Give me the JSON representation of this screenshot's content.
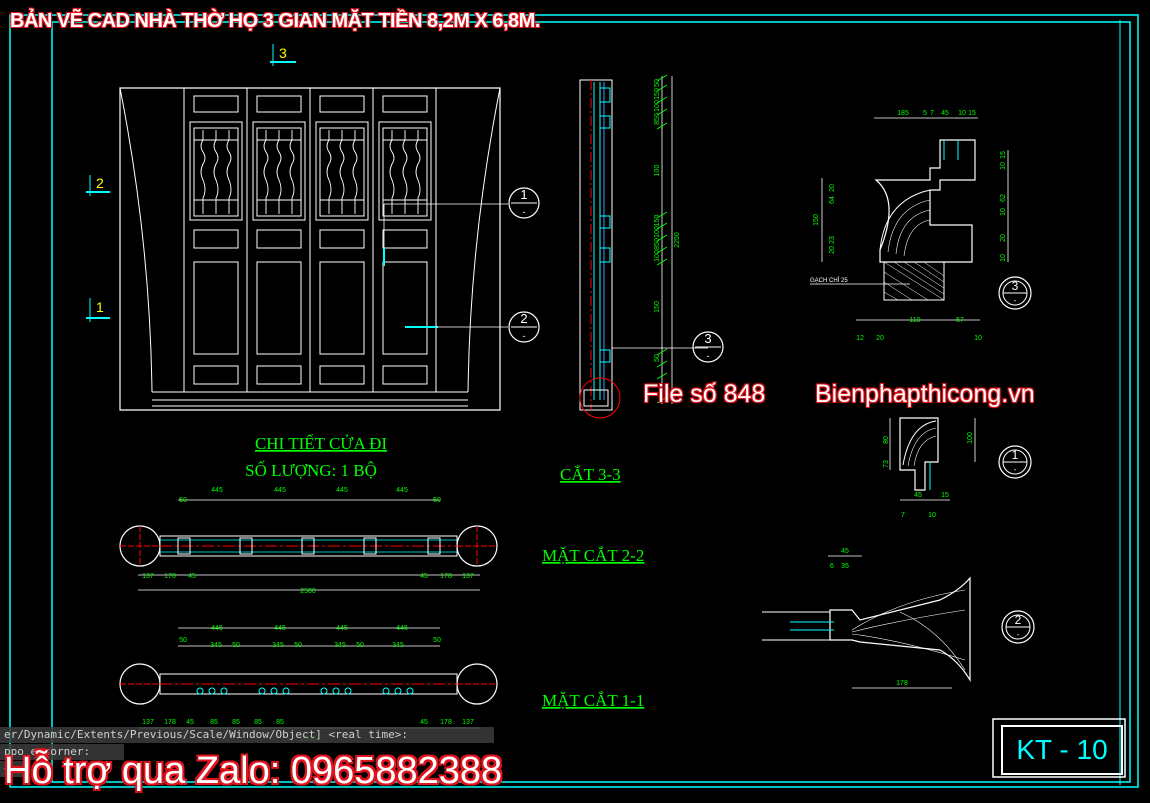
{
  "title": "BẢN VẼ CAD NHÀ THỜ HỌ 3 GIAN MẶT TIỀN 8,2M X 6,8M.",
  "watermark": {
    "file": "File số 848",
    "site": "Bienphapthicong.vn"
  },
  "support": "Hỗ trợ qua Zalo: 0965882388",
  "command_line": {
    "line1": "er/Dynamic/Extents/Previous/Scale/Window/Object] <real time>:",
    "line2": "ppo  e corner:",
    "line3": "<"
  },
  "sheet_id": "KT - 10",
  "labels": {
    "door_title": "CHI TIẾT CỬA ĐI",
    "quantity": "SỐ LƯỢNG: 1 BỘ",
    "cut33": "CẮT 3-3",
    "cut22": "MẶT CẮT 2-2",
    "cut11": "MẶT CẮT 1-1",
    "gach": "GẠCH CHỈ 25"
  },
  "markers": {
    "m1": "1",
    "m2": "2",
    "m3": "3",
    "dash": "-"
  },
  "dims": {
    "top_row": [
      "50",
      "445",
      "445",
      "445",
      "445",
      "50"
    ],
    "plan22_bottom": [
      "137",
      "178",
      "45",
      "45",
      "178",
      "137"
    ],
    "plan22_total": "2500",
    "plan11_top1": [
      "50",
      "445",
      "445",
      "445",
      "445",
      "50"
    ],
    "plan11_top2": [
      "345",
      "50",
      "345",
      "50",
      "345",
      "50",
      "345"
    ],
    "plan11_bottom": [
      "137",
      "178",
      "45",
      "85",
      "85",
      "85",
      "85",
      "45",
      "178",
      "137"
    ],
    "plan11_total": "2500",
    "section_vertical": [
      "50",
      "150",
      "100",
      "850",
      "100",
      "150",
      "100",
      "850",
      "100",
      "150",
      "50"
    ],
    "section_total": "2250",
    "detail3_top": [
      "185",
      "5",
      "7",
      "45",
      "10",
      "15"
    ],
    "detail3_left": [
      "150",
      "20",
      "64",
      "23",
      "20"
    ],
    "detail3_right": [
      "15",
      "10",
      "62",
      "10",
      "20",
      "10"
    ],
    "detail3_bottom": [
      "12",
      "20",
      "110",
      "57",
      "10"
    ],
    "detail1": [
      "80",
      "100",
      "3",
      "7",
      "45",
      "15",
      "7",
      "10"
    ],
    "detail2": [
      "45",
      "6",
      "35",
      "178"
    ]
  },
  "colors": {
    "background": "#000000",
    "line_white": "#ffffff",
    "line_cyan": "#00ffff",
    "line_green": "#00ff00",
    "line_red": "#ff0000",
    "line_yellow": "#ffff00",
    "line_blue": "#4f8cff"
  }
}
